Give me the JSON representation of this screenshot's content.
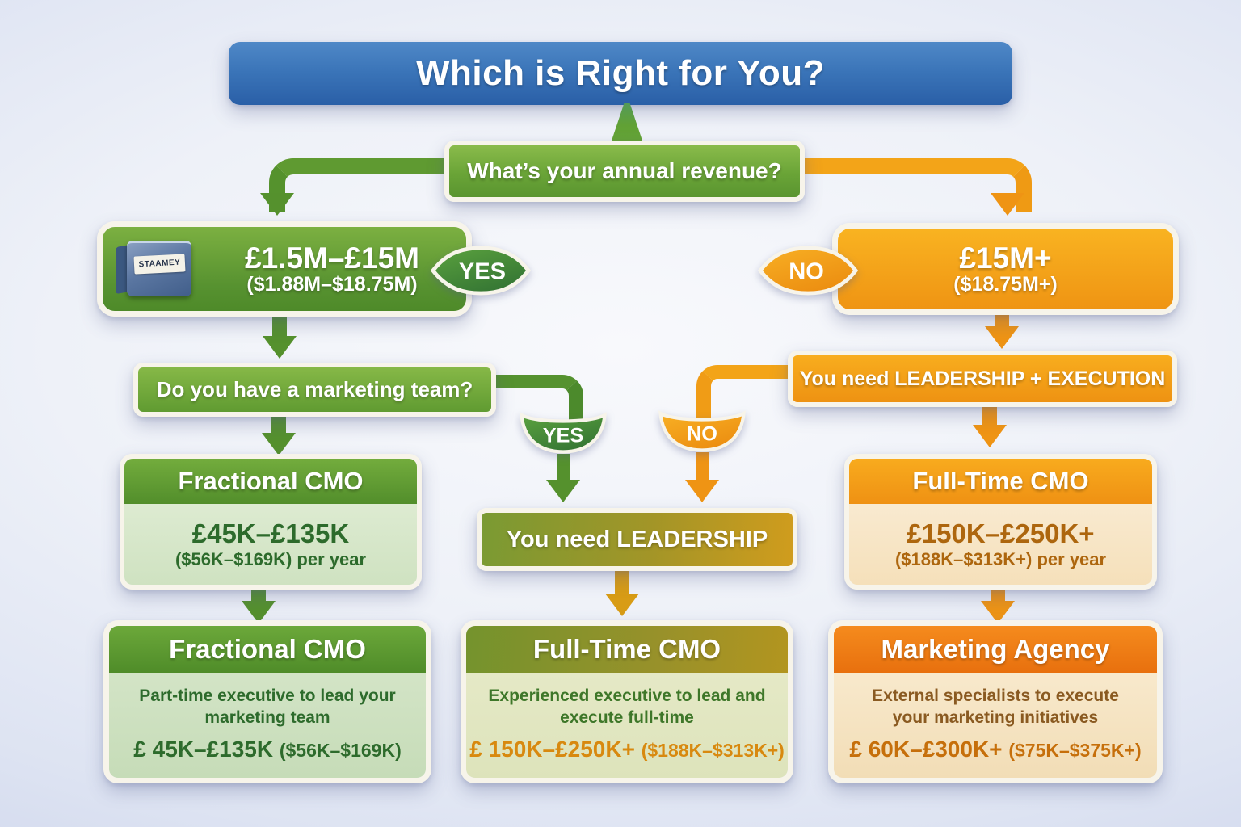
{
  "header": {
    "title": "Which is Right for You?"
  },
  "revenue_question": {
    "label": "What’s your annual revenue?"
  },
  "left_branch": {
    "badge": "YES",
    "range_gbp": "£1.5M–£15M",
    "range_usd": "($1.88M–$18.75M)",
    "icon_label": "STAAMEY",
    "question": "Do you have a marketing team?",
    "option": {
      "title": "Fractional CMO",
      "price_gbp": "£45K–£135K",
      "price_usd": "($56K–$169K) per year"
    }
  },
  "right_branch": {
    "badge": "NO",
    "range_gbp": "£15M+",
    "range_usd": "($18.75M+)",
    "statement": "You need LEADERSHIP + EXECUTION",
    "option": {
      "title": "Full-Time CMO",
      "price_gbp": "£150K–£250K+",
      "price_usd": "($188K–$313K+) per year"
    }
  },
  "middle_branch": {
    "yes_badge": "YES",
    "no_badge": "NO",
    "statement": "You need LEADERSHIP"
  },
  "outcomes": [
    {
      "title": "Fractional CMO",
      "description": "Part-time executive to lead your marketing team",
      "price_gbp": "£ 45K–£135K",
      "price_usd": "($56K–$169K)"
    },
    {
      "title": "Full-Time CMO",
      "description": "Experienced executive to lead and execute full-time",
      "price_gbp": "£ 150K–£250K+",
      "price_usd": "($188K–$313K+)"
    },
    {
      "title": "Marketing Agency",
      "description": "External specialists to execute your marketing initiatives",
      "price_gbp": "£ 60K–£300K+",
      "price_usd": "($75K–$375K+)"
    }
  ],
  "colors": {
    "banner_blue": "#3a74b8",
    "green": "#5a9530",
    "dark_green": "#2d6b2c",
    "orange": "#ef9414",
    "gold": "#d09c1d",
    "red_orange": "#e8700e",
    "cream_border": "#f7f4ea"
  }
}
